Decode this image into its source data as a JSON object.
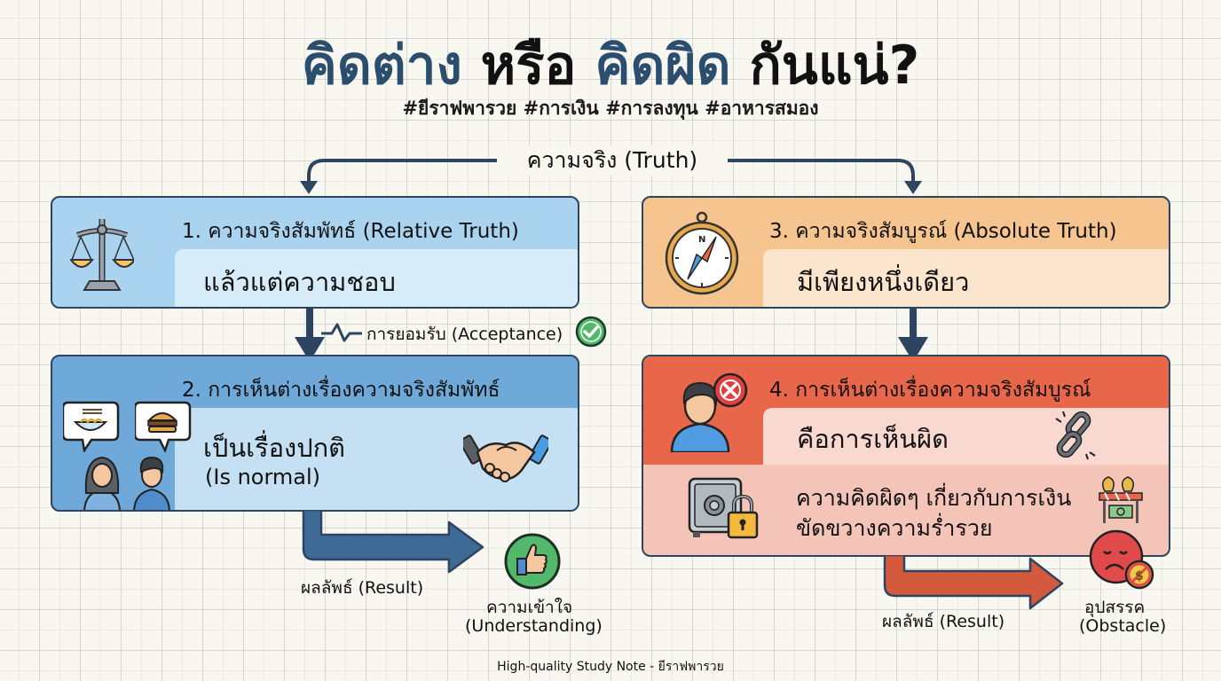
{
  "header": {
    "title_part1": "คิดต่าง",
    "title_part2": "หรือ",
    "title_part3": "คิดผิด",
    "title_part4": "กันแน่?",
    "hashtags": "#ยีราฟพารวย #การเงิน #การลงทุน #อาหารสมอง"
  },
  "root": {
    "label": "ความจริง (Truth)"
  },
  "left_column": {
    "box1": {
      "heading": "1. ความจริงสัมพัทธ์ (Relative Truth)",
      "body": "แล้วแต่ความชอบ",
      "icon": "scales-icon"
    },
    "connector": {
      "label": "การยอมรับ (Acceptance)",
      "icon_left": "pulse-icon",
      "icon_right": "check-circle-icon"
    },
    "box2": {
      "heading": "2. การเห็นต่างเรื่องความจริงสัมพัทธ์",
      "body": "เป็นเรื่องปกติ",
      "body_sub": "(Is normal)",
      "icons": [
        "noodle-bubble-icon",
        "burger-bubble-icon",
        "people-icon",
        "handshake-icon"
      ]
    },
    "result": {
      "label": "ผลลัพธ์ (Result)",
      "outcome": "ความเข้าใจ",
      "outcome_sub": "(Understanding)",
      "icon": "thumbs-up-icon"
    }
  },
  "right_column": {
    "box3": {
      "heading": "3. ความจริงสัมบูรณ์ (Absolute Truth)",
      "body": "มีเพียงหนึ่งเดียว",
      "icon": "compass-icon"
    },
    "box4": {
      "heading": "4. การเห็นต่างเรื่องความจริงสัมบูรณ์",
      "body": "คือการเห็นผิด",
      "detail_line1": "ความคิดผิดๆ เกี่ยวกับการเงิน",
      "detail_line2": "ขัดขวางความร่ำรวย",
      "icons": [
        "person-x-icon",
        "broken-chain-icon",
        "locked-safe-icon",
        "money-barrier-icon"
      ]
    },
    "result": {
      "label": "ผลลัพธ์ (Result)",
      "outcome": "อุปสรรค",
      "outcome_sub": "(Obstacle)",
      "icon": "sad-face-no-money-icon"
    }
  },
  "footer": {
    "text": "High-quality Study Note - ยีราฟพารวย"
  },
  "colors": {
    "navy": "#2d4560",
    "title_blue": "#2c4e6e",
    "box1_bg": "#a9d3ee",
    "box1_inner": "#d6ecf9",
    "box2_bg": "#6ea9da",
    "box2_inner": "#c5e0f3",
    "box3_bg": "#f6c48f",
    "box3_inner": "#fbe5cd",
    "box4_bg": "#e8664a",
    "box4_inner": "#f9d8cf",
    "box4_lower": "#f5c4b8",
    "result_blue": "#3f6a96",
    "result_red": "#d45a3e",
    "check_green": "#52b86a",
    "background": "#f8f7f0"
  }
}
